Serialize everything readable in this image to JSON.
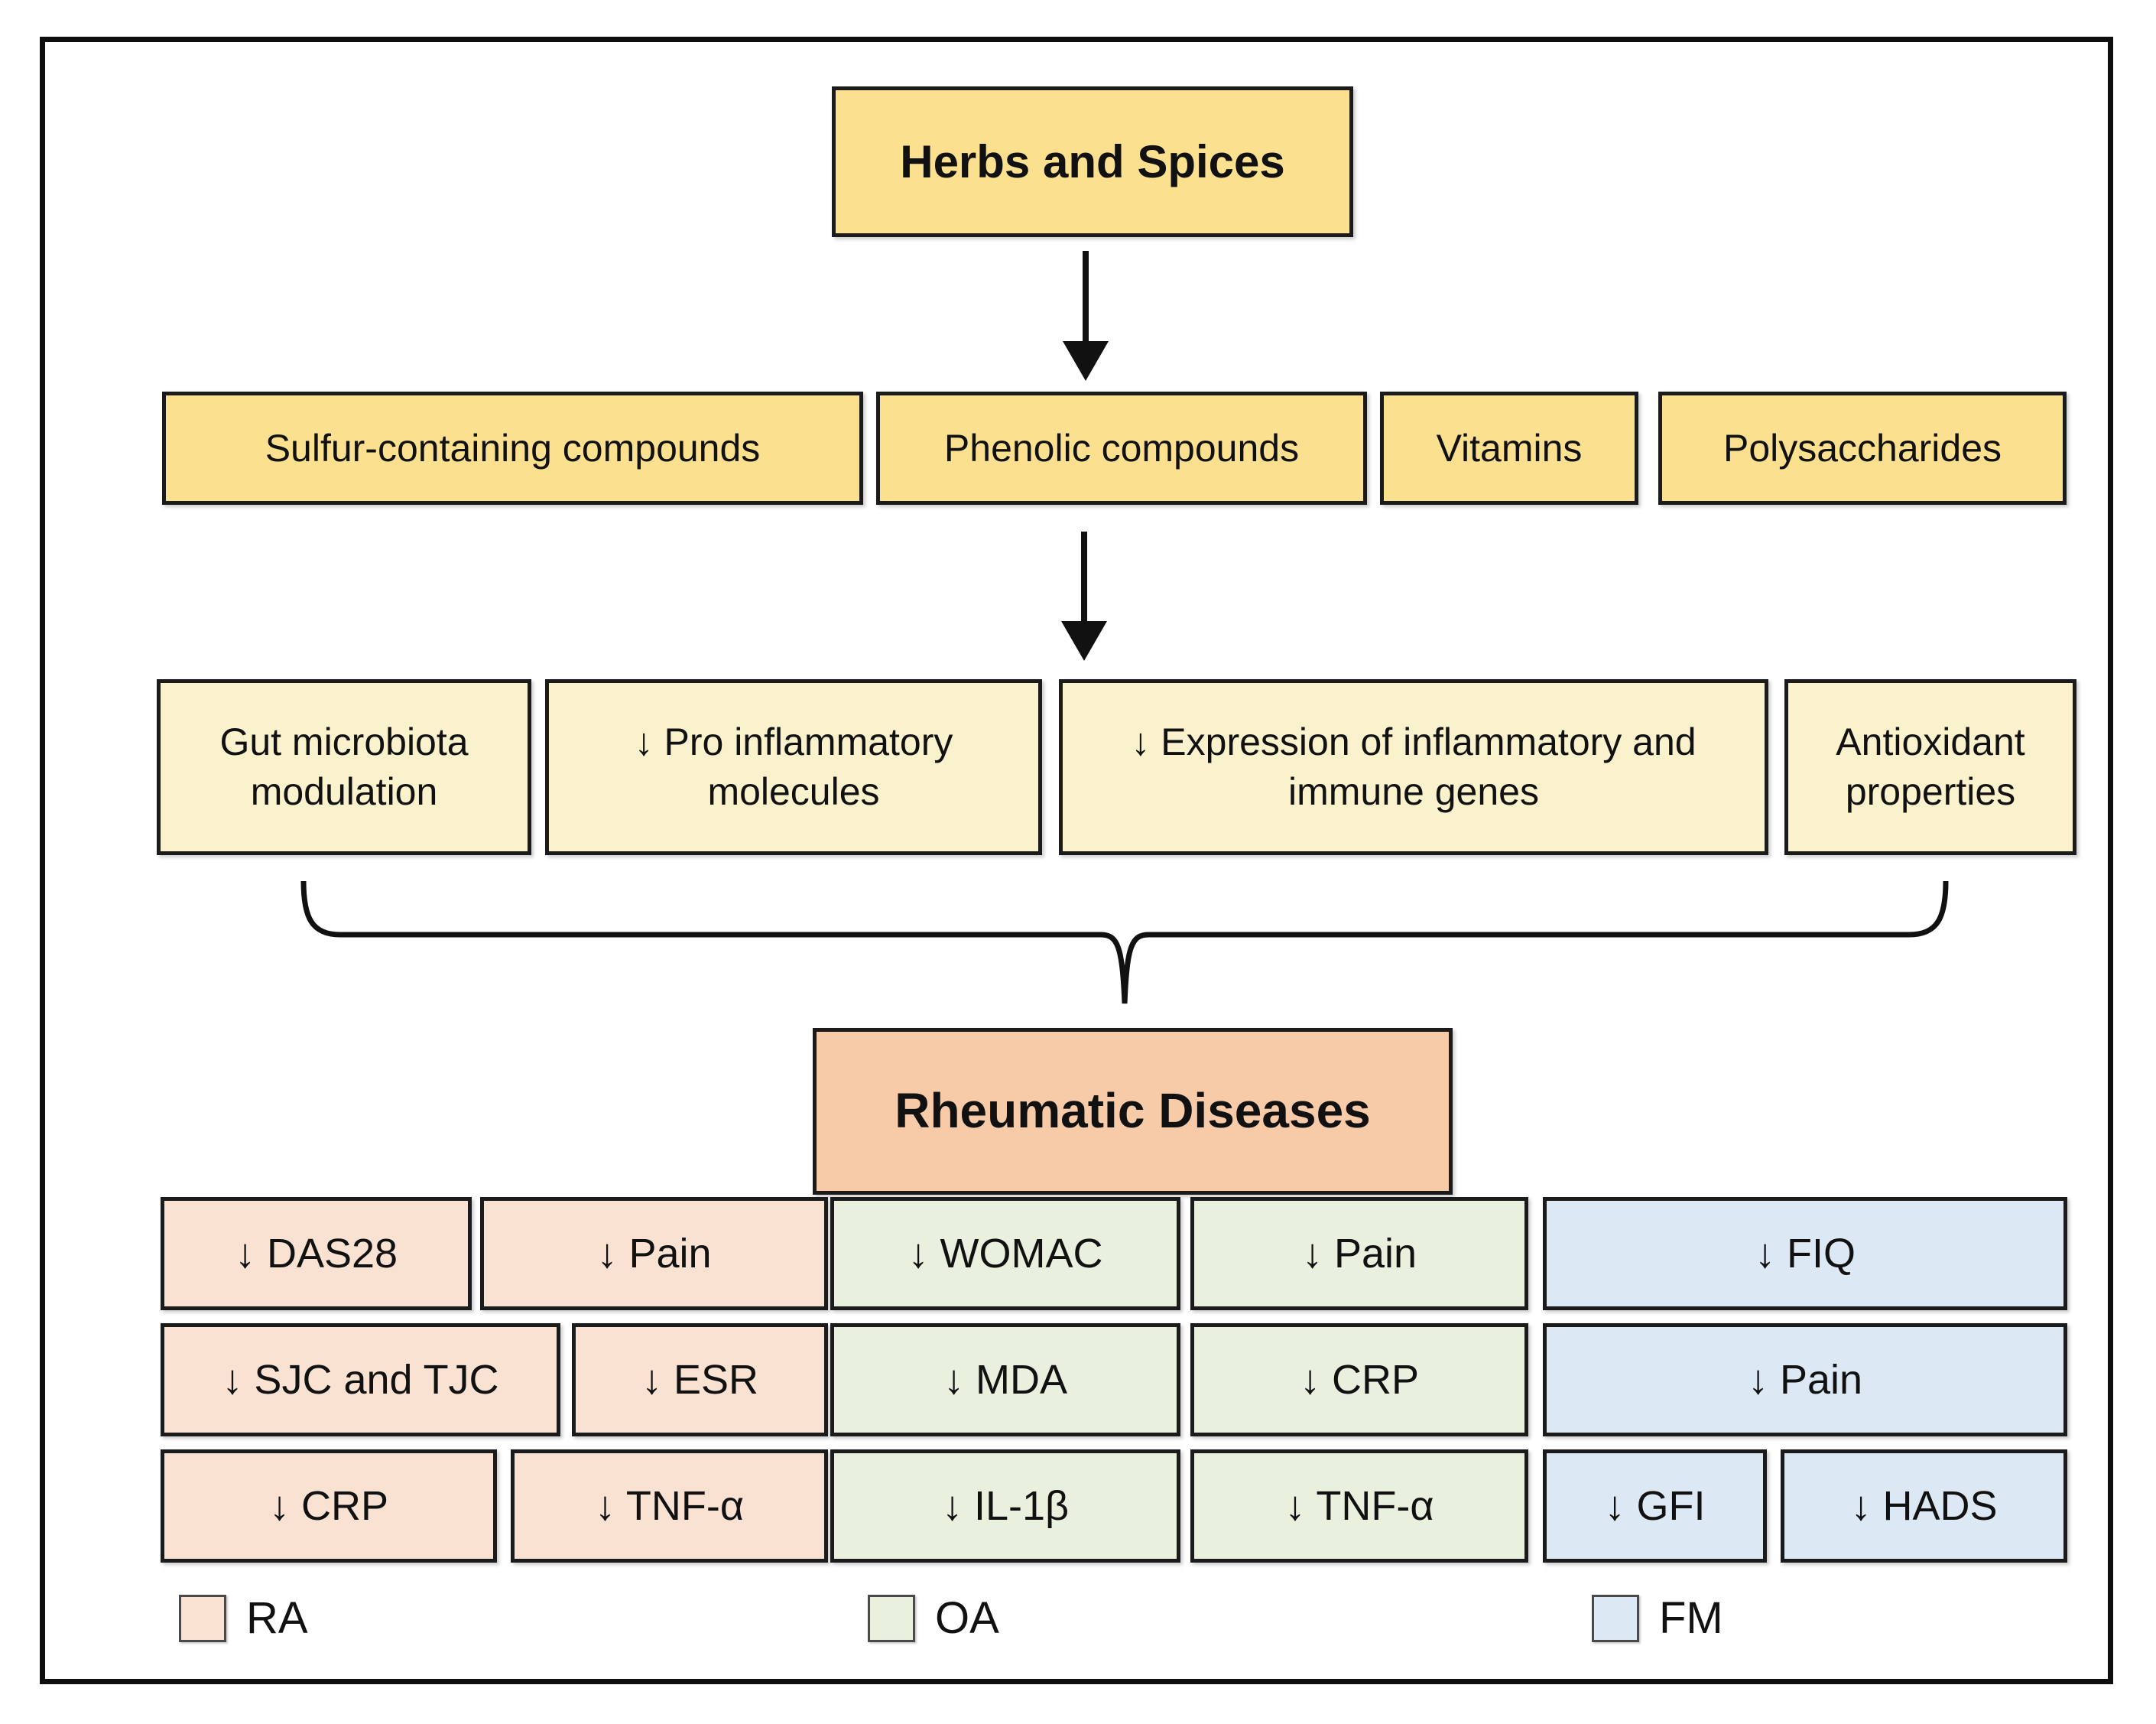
{
  "diagram": {
    "root": {
      "label": "Herbs and Spices"
    },
    "compounds": [
      {
        "label": "Sulfur-containing compounds"
      },
      {
        "label": "Phenolic compounds"
      },
      {
        "label": "Vitamins"
      },
      {
        "label": "Polysaccharides"
      }
    ],
    "mechanisms": [
      {
        "label": "Gut microbiota modulation"
      },
      {
        "label": "↓ Pro inflammatory molecules"
      },
      {
        "label": "↓ Expression of inflammatory and immune genes"
      },
      {
        "label": "Antioxidant properties"
      }
    ],
    "target": {
      "label": "Rheumatic Diseases"
    },
    "outcomes": {
      "ra": [
        "↓ DAS28",
        "↓ Pain",
        "↓ SJC and TJC",
        "↓ ESR",
        "↓ CRP",
        "↓ TNF-α"
      ],
      "oa": [
        "↓ WOMAC",
        "↓ Pain",
        "↓ MDA",
        "↓ CRP",
        "↓ IL-1β",
        "↓ TNF-α"
      ],
      "fm": [
        "↓ FIQ",
        "↓ Pain",
        "↓ GFI",
        "↓ HADS"
      ]
    },
    "legend": [
      {
        "label": "RA",
        "color": "#F9E2D2"
      },
      {
        "label": "OA",
        "color": "#E9F0DD"
      },
      {
        "label": "FM",
        "color": "#DCE9F5"
      }
    ],
    "colors": {
      "compound_gold": "#FBE18F",
      "mechanism_cream": "#FAF1CD",
      "target_salmon": "#F7CBA8",
      "ra_pink": "#F9E2D2",
      "oa_green": "#E9F0DD",
      "fm_blue": "#DCE9F5",
      "line_black": "#111111"
    }
  }
}
